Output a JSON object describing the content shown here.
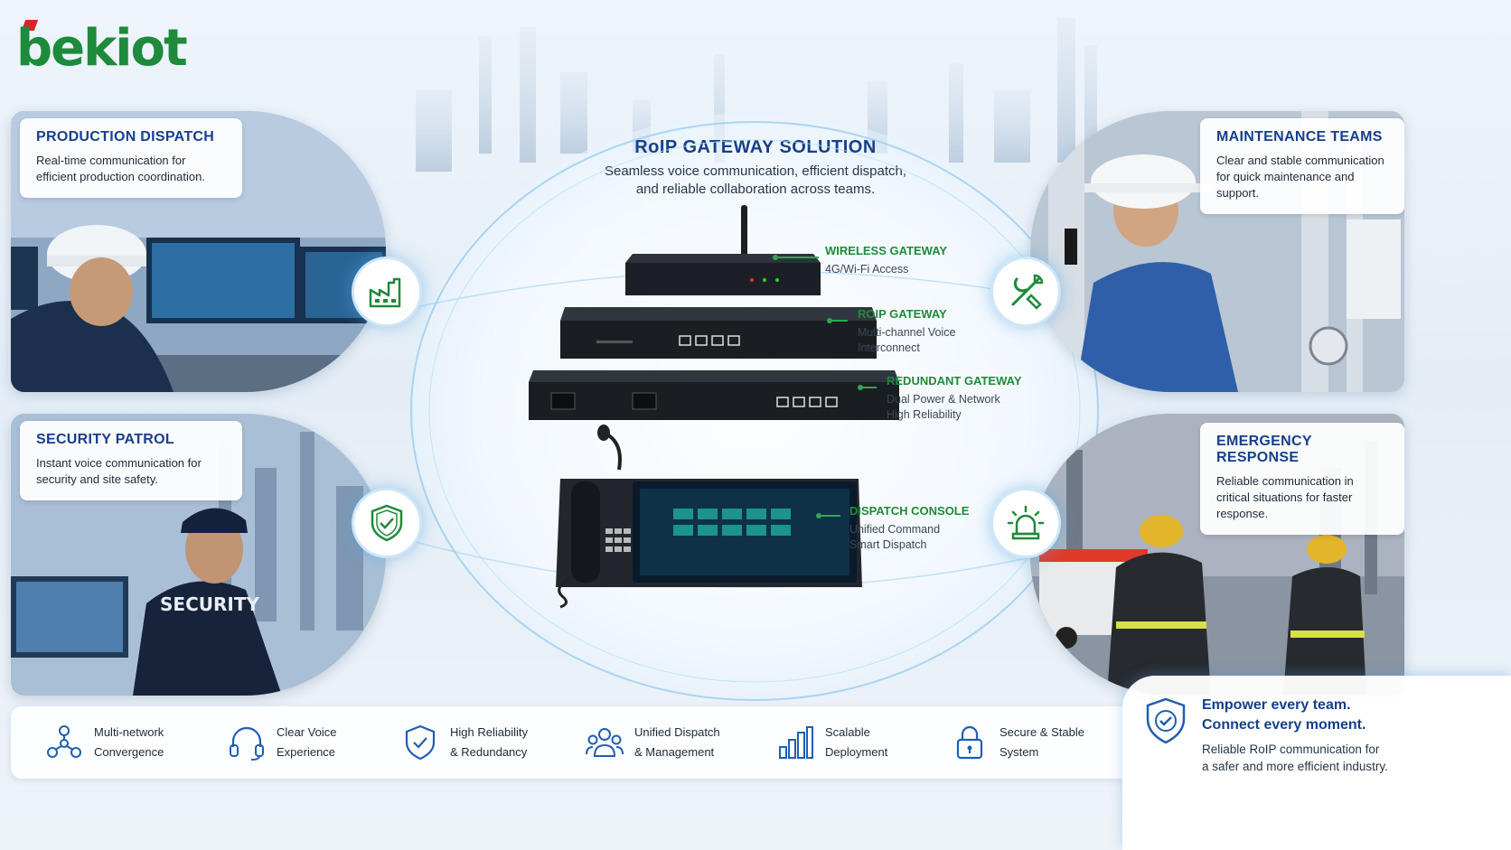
{
  "brand": {
    "name": "bekiot",
    "primary": "#1d8a3c",
    "accent": "#d9252a"
  },
  "center": {
    "title": "RoIP GATEWAY SOLUTION",
    "subtitle": [
      "Seamless voice communication, efficient dispatch,",
      "and reliable collaboration across teams."
    ]
  },
  "scenarios": [
    {
      "title": "PRODUCTION DISPATCH",
      "text": "Real-time communication for efficient production coordination.",
      "icon": "factory-icon"
    },
    {
      "title": "SECURITY PATROL",
      "text": "Instant voice communication for security and site safety.",
      "icon": "shield-check-icon",
      "uniform_text": "SECURITY"
    },
    {
      "title": "MAINTENANCE TEAMS",
      "text": "Clear and stable communication for quick maintenance and support.",
      "icon": "tools-icon"
    },
    {
      "title": "EMERGENCY RESPONSE",
      "text": "Reliable communication in critical situations for faster response.",
      "icon": "alarm-icon"
    }
  ],
  "devices": [
    {
      "name": "WIRELESS GATEWAY",
      "lines": [
        "4G/Wi-Fi Access"
      ]
    },
    {
      "name": "ROIP GATEWAY",
      "lines": [
        "Multi-channel Voice",
        "Interconnect"
      ]
    },
    {
      "name": "REDUNDANT GATEWAY",
      "lines": [
        "Dual Power & Network",
        "High Reliability"
      ]
    },
    {
      "name": "DISPATCH CONSOLE",
      "lines": [
        "Unified Command",
        "Smart Dispatch"
      ]
    }
  ],
  "features": [
    {
      "icon": "network-icon",
      "lines": [
        "Multi-network",
        "Convergence"
      ]
    },
    {
      "icon": "headset-icon",
      "lines": [
        "Clear Voice",
        "Experience"
      ]
    },
    {
      "icon": "shield-icon",
      "lines": [
        "High Reliability",
        "& Redundancy"
      ]
    },
    {
      "icon": "team-icon",
      "lines": [
        "Unified Dispatch",
        "& Management"
      ]
    },
    {
      "icon": "bar-chart-icon",
      "lines": [
        "Scalable",
        "Deployment"
      ]
    },
    {
      "icon": "lock-icon",
      "lines": [
        "Secure & Stable",
        "System"
      ]
    }
  ],
  "promo": {
    "headline": [
      "Empower every team.",
      "Connect every moment."
    ],
    "text": [
      "Reliable RoIP communication for",
      "a safer and more efficient industry."
    ]
  }
}
